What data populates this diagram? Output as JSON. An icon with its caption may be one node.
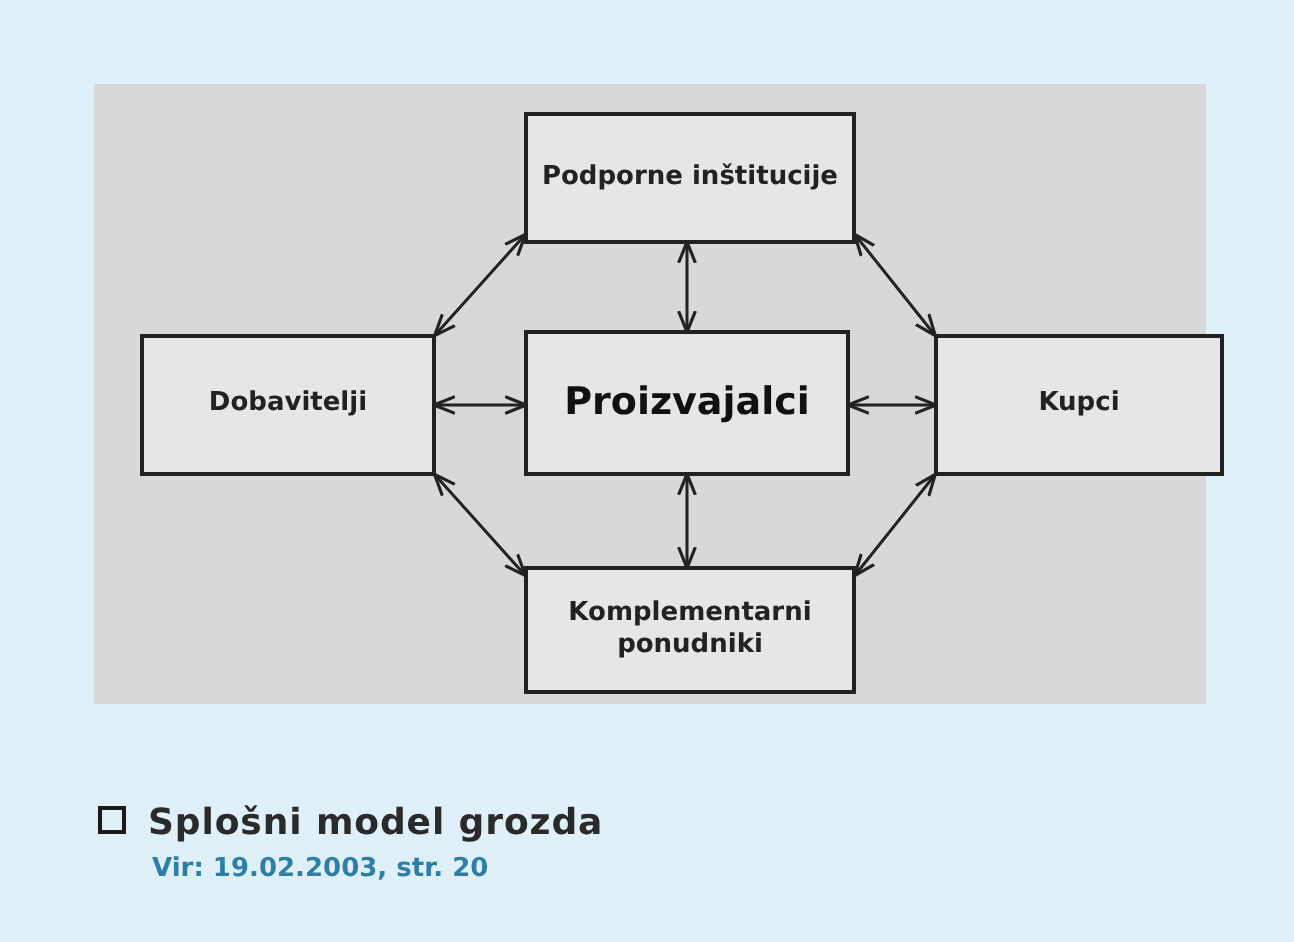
{
  "diagram": {
    "caption": "Splošni model grozda",
    "nodes": [
      {
        "text": [
          "Podporne inštitucije"
        ]
      },
      {
        "text": [
          "Dobavitelji"
        ]
      },
      {
        "text": [
          "Proizvajalci"
        ]
      },
      {
        "text": [
          "Kupci"
        ]
      },
      {
        "text": [
          "Komplementarni ponudniki"
        ]
      }
    ],
    "edges": [
      {
        "from": 1,
        "to": 2,
        "arrow": "both"
      },
      {
        "from": 2,
        "to": 3,
        "arrow": "both"
      },
      {
        "from": 0,
        "to": 2,
        "arrow": "both"
      },
      {
        "from": 2,
        "to": 4,
        "arrow": "both"
      },
      {
        "from": 1,
        "to": 0,
        "arrow": "both"
      },
      {
        "from": 0,
        "to": 3,
        "arrow": "both"
      },
      {
        "from": 1,
        "to": 4,
        "arrow": "both"
      },
      {
        "from": 4,
        "to": 3,
        "arrow": "both"
      }
    ],
    "labels": [
      "Vir: 19.02.2003, str. 20"
    ]
  }
}
